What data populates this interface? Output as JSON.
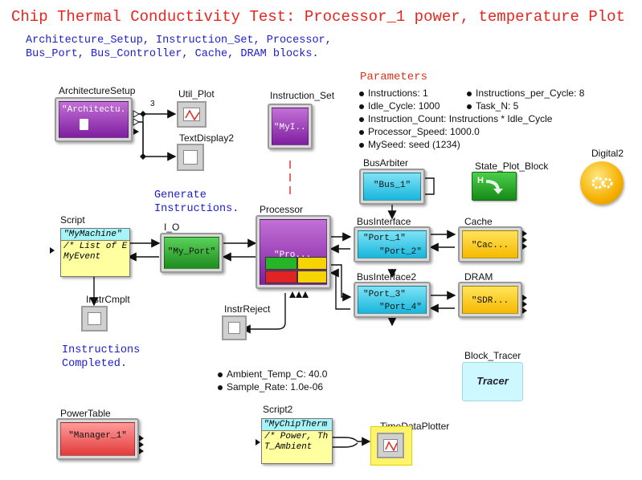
{
  "title": "Chip Thermal Conductivity Test: Processor_1 power, temperature Plot",
  "description": [
    "Architecture_Setup, Instruction_Set, Processor,",
    "Bus_Port, Bus_Controller, Cache, DRAM blocks."
  ],
  "parameters": {
    "title": "Parameters",
    "left": [
      "Instructions: 1",
      "Idle_Cycle: 1000",
      "Instruction_Count: Instructions * Idle_Cycle",
      "Processor_Speed: 1000.0",
      "MySeed: seed (1234)"
    ],
    "right": [
      "Instructions_per_Cycle: 8",
      "Task_N: 5"
    ]
  },
  "ambient": [
    "Ambient_Temp_C: 40.0",
    "Sample_Rate: 1.0e-06"
  ],
  "notes": {
    "generate": [
      "Generate",
      "Instructions."
    ],
    "completed": [
      "Instructions",
      "Completed."
    ]
  },
  "blocks": {
    "architecture_setup": {
      "label": "ArchitectureSetup",
      "text": "\"Architectu...",
      "port_count": "3"
    },
    "util_plot": {
      "label": "Util_Plot"
    },
    "text_display2": {
      "label": "TextDisplay2"
    },
    "instruction_set": {
      "label": "Instruction_Set",
      "text": "\"MyI..."
    },
    "bus_arbiter": {
      "label": "BusArbiter",
      "text": "\"Bus_1\""
    },
    "state_plot_block": {
      "label": "State_Plot_Block",
      "text": "H"
    },
    "digital2": {
      "label": "Digital2"
    },
    "script": {
      "label": "Script",
      "header": "\"MyMachine\"",
      "line1": "/* List of E",
      "line2": "MyEvent"
    },
    "io": {
      "label": "I_O",
      "text": "\"My_Port\""
    },
    "processor": {
      "label": "Processor",
      "text": "\"Pro..."
    },
    "bus_interface": {
      "label": "BusInterface",
      "port1": "\"Port_1\"",
      "port2": "\"Port_2\""
    },
    "bus_interface2": {
      "label": "BusInterface2",
      "port1": "\"Port_3\"",
      "port2": "\"Port_4\""
    },
    "cache": {
      "label": "Cache",
      "text": "\"Cac..."
    },
    "dram": {
      "label": "DRAM",
      "text": "\"SDR..."
    },
    "instr_cmplt": {
      "label": "InstrCmplt"
    },
    "instr_reject": {
      "label": "InstrReject"
    },
    "block_tracer": {
      "label": "Block_Tracer",
      "text": "Tracer"
    },
    "power_table": {
      "label": "PowerTable",
      "text": "\"Manager_1\""
    },
    "script2": {
      "label": "Script2",
      "header": "\"MyChipTherm",
      "line1": "/* Power, Th",
      "line2": "T_Ambient"
    },
    "time_data_plotter": {
      "label": "TimeDataPlotter"
    }
  }
}
